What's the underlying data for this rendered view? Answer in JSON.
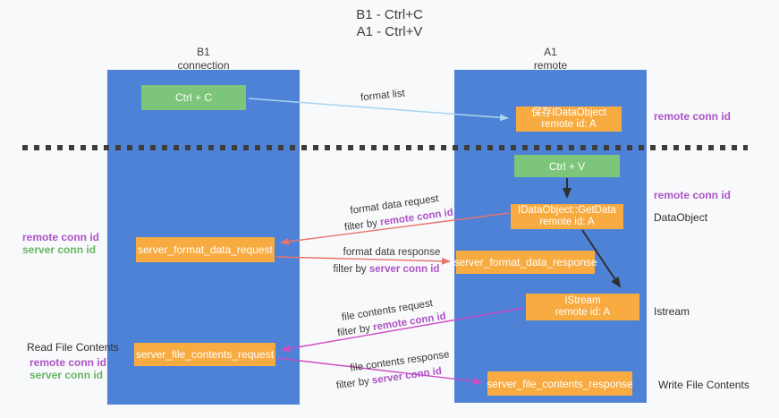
{
  "title": {
    "line1": "B1 - Ctrl+C",
    "line2": "A1 - Ctrl+V"
  },
  "columns": {
    "left": {
      "name": "B1",
      "role": "connection"
    },
    "right": {
      "name": "A1",
      "role": "remote"
    }
  },
  "boxes": {
    "ctrl_c": {
      "label": "Ctrl + C"
    },
    "save_dataobject": {
      "line1": "保存IDataObject",
      "line2": "remote id: A"
    },
    "ctrl_v": {
      "label": "Ctrl + V"
    },
    "getdata": {
      "line1": "IDataObject::GetData",
      "line2": "remote id: A"
    },
    "server_format_data_request": {
      "label": "server_format_data_request"
    },
    "server_format_data_response": {
      "label": "server_format_data_response"
    },
    "istream": {
      "line1": "IStream",
      "line2": "remote id: A"
    },
    "server_file_contents_request": {
      "label": "server_file_contents_request"
    },
    "server_file_contents_response": {
      "label": "server_file_contents_response"
    }
  },
  "flows": {
    "format_list": {
      "label": "format list"
    },
    "format_data_request": {
      "label": "format data request",
      "filter_prefix": "filter by ",
      "filter_key": "remote conn id"
    },
    "format_data_response": {
      "label": "format data response",
      "filter_prefix": "filter by ",
      "filter_key": "server conn id"
    },
    "file_contents_request": {
      "label": "file contents request",
      "filter_prefix": "filter by ",
      "filter_key": "remote conn id"
    },
    "file_contents_response": {
      "label": "file contents response",
      "filter_prefix": "filter by ",
      "filter_key": "server conn id"
    }
  },
  "side_labels": {
    "right_remote_conn_top": "remote conn id",
    "right_remote_conn_mid": "remote conn id",
    "dataobject": "DataObject",
    "istream": "Istream",
    "write_file_contents": "Write File Contents",
    "left_remote_conn_mid": "remote conn id",
    "left_server_conn_mid": "server conn id",
    "read_file_contents": "Read File Contents",
    "left_remote_conn_bottom": "remote conn id",
    "left_server_conn_bottom": "server conn id"
  },
  "colors": {
    "column_blue": "#4d82d7",
    "box_orange": "#f8ab41",
    "box_green": "#7cc57a",
    "purple_text": "#ad53c8",
    "green_text": "#67b565",
    "arrow_salmon": "#e8756b",
    "arrow_magenta": "#cf4bc5",
    "arrow_lightblue": "#a9d5f0",
    "arrow_black": "#2f2f2f"
  }
}
